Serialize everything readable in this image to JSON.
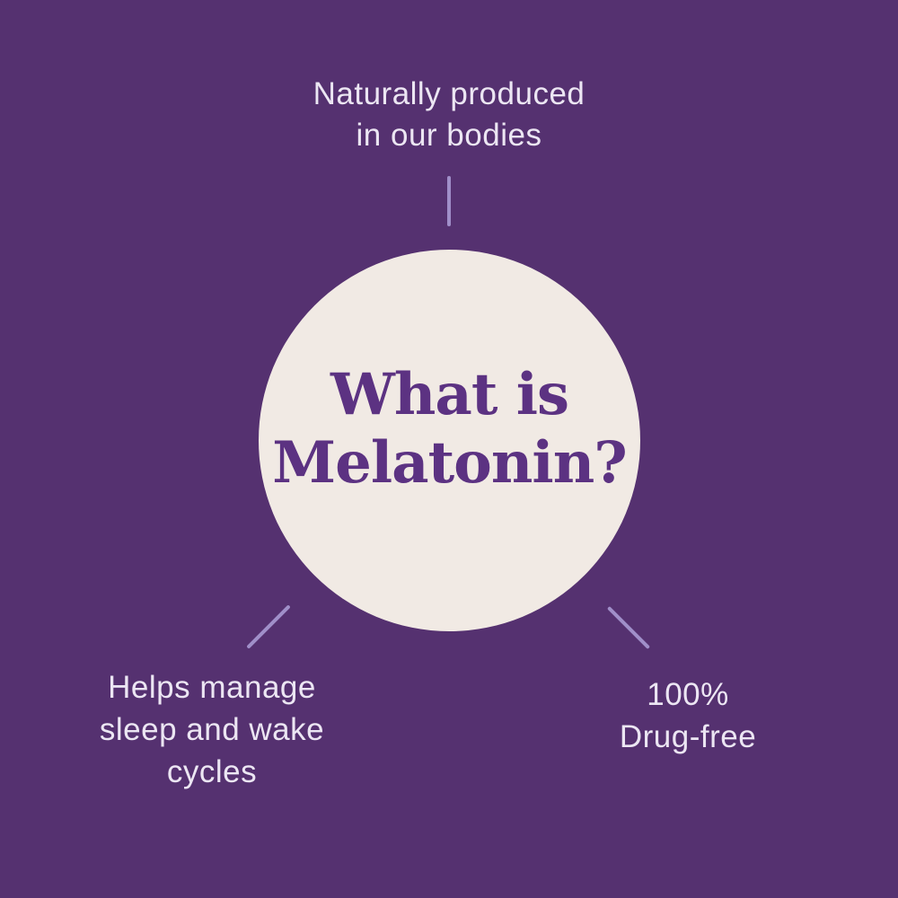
{
  "infographic": {
    "title": "What is\nMelatonin?",
    "labels": {
      "top": "Naturally produced\nin our bodies",
      "bottom_left": "Helps manage\nsleep and wake\ncycles",
      "bottom_right": "100%\nDrug-free"
    },
    "colors": {
      "background": "#553170",
      "circle_fill": "#f1eae4",
      "title_text": "#5c3282",
      "label_text": "#ece6f3",
      "connector": "#a08fc9"
    }
  }
}
